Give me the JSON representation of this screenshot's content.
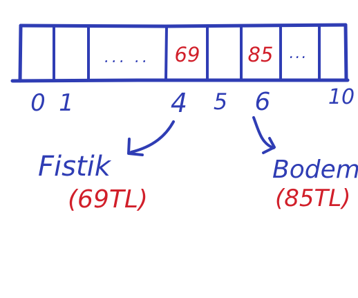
{
  "colors": {
    "ink_blue": "#2f3db4",
    "ink_red": "#d11f2a",
    "background": "#ffffff"
  },
  "array": {
    "cells": [
      "",
      "",
      "... ..",
      "69",
      "",
      "85",
      "...",
      ""
    ],
    "cell_colors": [
      "blue",
      "blue",
      "blue",
      "red",
      "blue",
      "red",
      "blue",
      "blue"
    ],
    "index_labels": [
      "0",
      "1",
      "4",
      "5",
      "6",
      "10"
    ]
  },
  "annotations": [
    {
      "name": "Fistik",
      "price": "(69TL)",
      "points_to_index": "4"
    },
    {
      "name": "Bodem",
      "price": "(85TL)",
      "points_to_index": "6"
    }
  ]
}
